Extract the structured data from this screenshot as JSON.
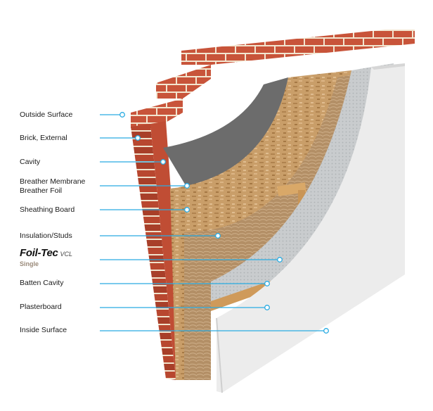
{
  "labels": [
    {
      "id": "outside-surface",
      "text": "Outside Surface"
    },
    {
      "id": "brick-external",
      "text": "Brick, External"
    },
    {
      "id": "cavity",
      "text": "Cavity"
    },
    {
      "id": "breather-membrane",
      "text": "Breather Membrane"
    },
    {
      "id": "breather-foil",
      "text": "Breather Foil"
    },
    {
      "id": "sheathing-board",
      "text": "Sheathing Board"
    },
    {
      "id": "insulation-studs",
      "text": "Insulation/Studs"
    },
    {
      "id": "batten-cavity",
      "text": "Batten Cavity"
    },
    {
      "id": "plasterboard",
      "text": "Plasterboard"
    },
    {
      "id": "inside-surface",
      "text": "Inside Surface"
    }
  ],
  "product": {
    "name": "Foil-Tec",
    "suffix": "VCL",
    "variant": "Single"
  },
  "colors": {
    "leader": "#29abe2",
    "brick": "#c8543a",
    "mortar": "#f2e6d0",
    "membrane": "#6c6c6c",
    "osb": "#c79c67",
    "insulation": "#b0906a",
    "foil": "#cfd2d4",
    "plaster": "#ececec"
  }
}
